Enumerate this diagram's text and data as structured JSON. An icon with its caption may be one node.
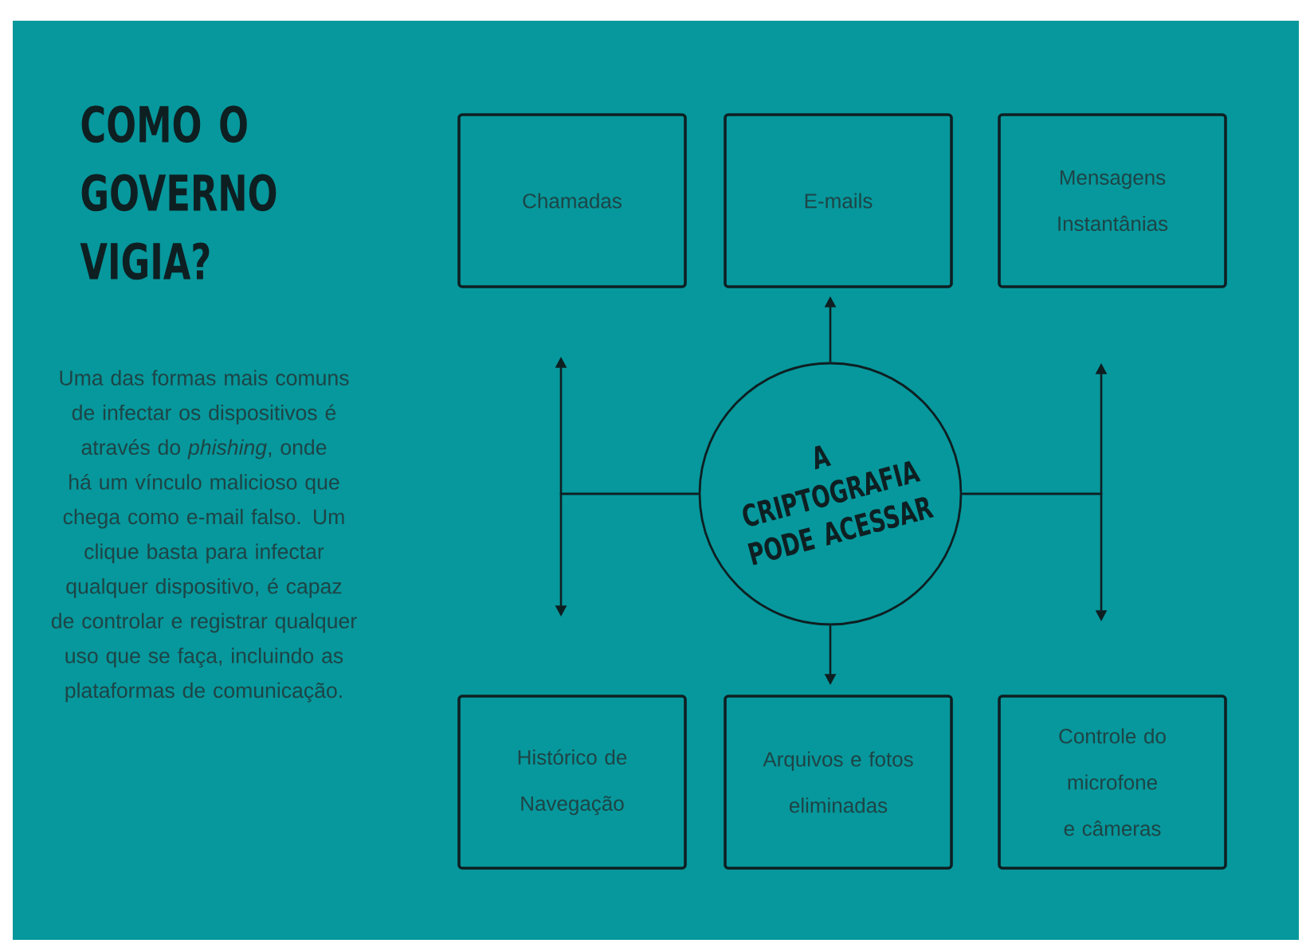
{
  "diagram": {
    "title": "COMO O GOVERNO VIGIA?",
    "nodes": [
      {
        "text": [
          "Chamadas"
        ]
      },
      {
        "text": [
          "E-mails"
        ]
      },
      {
        "text": [
          "Mensagens Instantânias"
        ]
      },
      {
        "text": [
          "A CRIPTOGRAFIA PODE ACESSAR"
        ]
      },
      {
        "text": [
          "Histórico de Navegação"
        ]
      },
      {
        "text": [
          "Arquivos e fotos eliminadas"
        ]
      },
      {
        "text": [
          "Controle do microfone e câmeras"
        ]
      }
    ],
    "edges": [
      {
        "from": 3,
        "to": 0,
        "arrow": "to"
      },
      {
        "from": 3,
        "to": 4,
        "arrow": "to"
      },
      {
        "from": 3,
        "to": 1,
        "arrow": "to"
      },
      {
        "from": 3,
        "to": 5,
        "arrow": "to"
      },
      {
        "from": 3,
        "to": 2,
        "arrow": "to"
      },
      {
        "from": 3,
        "to": 6,
        "arrow": "to"
      }
    ],
    "labels": [
      "Uma das formas mais comuns de infectar os dispositivos é através do *phishing*, onde há um vínculo malicioso que chega como e-mail falso. Um clique basta para infectar qualquer dispositivo, é capaz de controlar e registrar qualquer uso que se faça, incluindo as plataformas de comunicação."
    ]
  }
}
